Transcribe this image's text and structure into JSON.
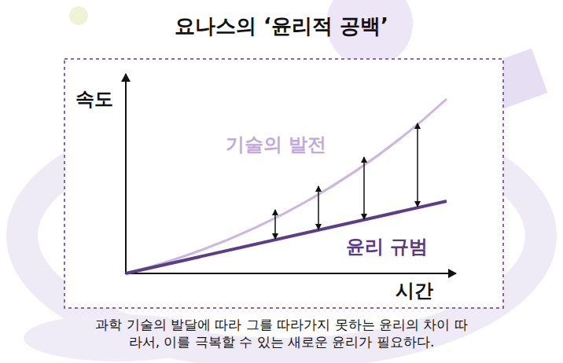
{
  "diagram": {
    "title": "요나스의 ‘윤리적 공백’",
    "caption": "과학 기술의 발달에 따라 그를 따라가지 못하는 윤리의 차이 따라서, 이를 극복할 수 있는 새로운 윤리가 필요하다.",
    "labels": [
      "속도",
      "기술의 발전",
      "윤리 규범",
      "시간"
    ]
  }
}
